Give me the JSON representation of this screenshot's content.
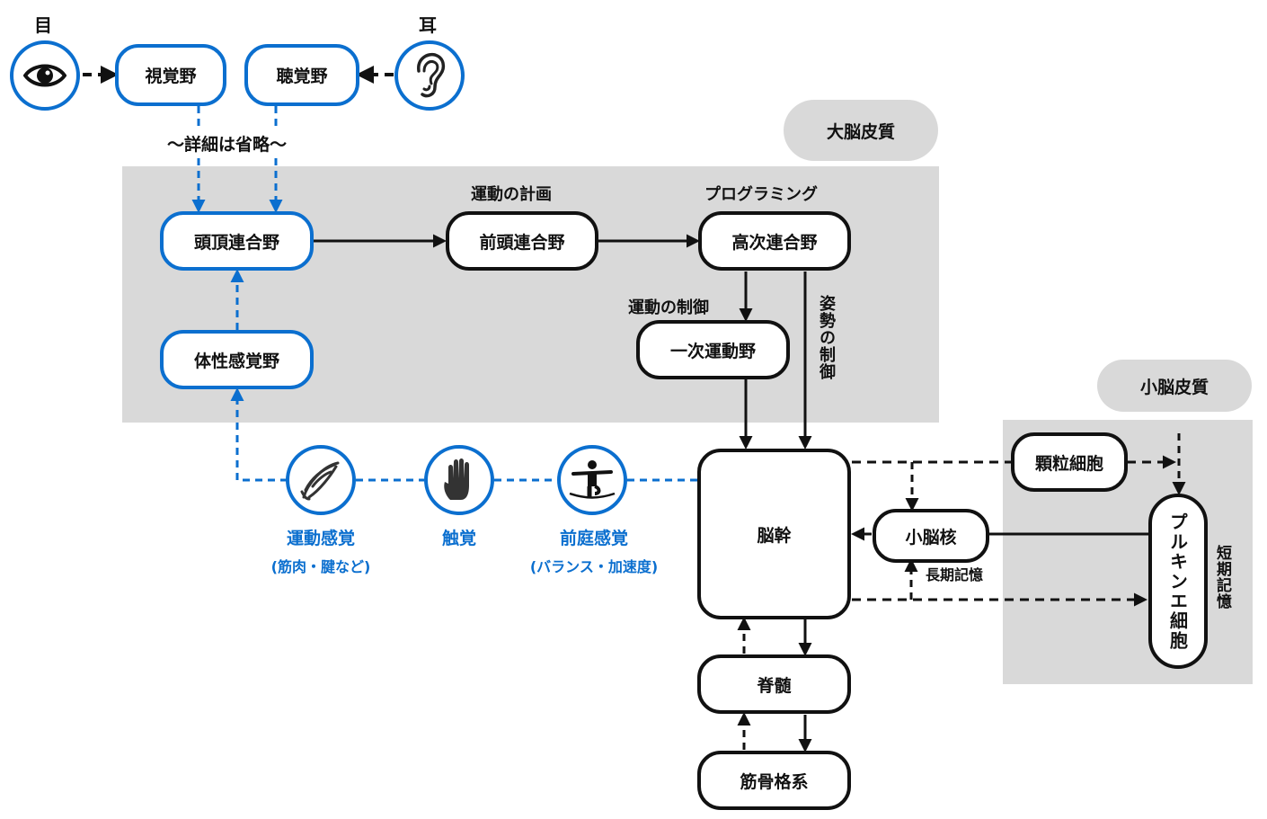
{
  "colors": {
    "accent_blue": "#0b6fcf",
    "region_gray": "#d9d9d9",
    "stroke": "#111111"
  },
  "regions": {
    "cerebral_cortex": "大脳皮質",
    "cerebellar_cortex": "小脳皮質"
  },
  "senses": {
    "eye_label": "目",
    "ear_label": "耳",
    "eye_icon": "eye-icon",
    "ear_icon": "ear-icon"
  },
  "nodes": {
    "visual_cortex": "視覚野",
    "auditory_cortex": "聴覚野",
    "parietal": "頭頂連合野",
    "somatosensory": "体性感覚野",
    "prefrontal": "前頭連合野",
    "higher_assoc": "高次連合野",
    "primary_motor": "一次運動野",
    "brainstem": "脳幹",
    "spinal_cord": "脊髄",
    "musculoskeletal": "筋骨格系",
    "granule_cells": "顆粒細胞",
    "cerebellar_nuclei": "小脳核",
    "purkinje": "プルキンエ細胞"
  },
  "annotations": {
    "omitted": "〜詳細は省略〜",
    "motor_planning": "運動の計画",
    "programming": "プログラミング",
    "motor_control": "運動の制御",
    "posture_control": "姿勢の制御",
    "long_term_memory": "長期記憶",
    "short_term_memory": "短期記憶"
  },
  "inputs": [
    {
      "icon": "muscle-icon",
      "label": "運動感覚",
      "sub": "(筋肉・腱など)"
    },
    {
      "icon": "hand-icon",
      "label": "触覚",
      "sub": ""
    },
    {
      "icon": "balance-icon",
      "label": "前庭感覚",
      "sub": "(バランス・加速度)"
    }
  ]
}
